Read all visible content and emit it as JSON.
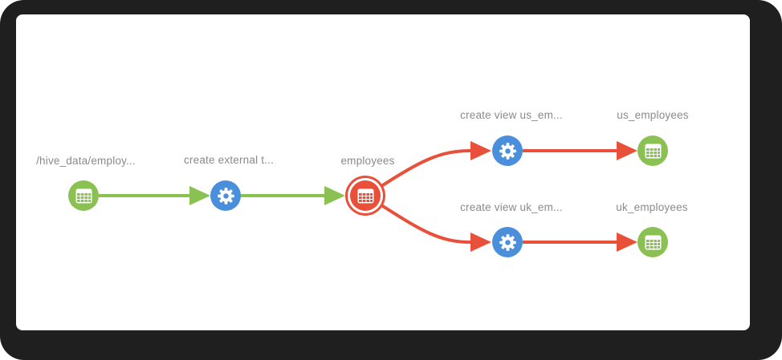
{
  "diagram": {
    "kind": "lineage-graph",
    "colors": {
      "dataset_green": "#8bc152",
      "process_blue": "#4a8fdb",
      "highlight_red": "#e8503a",
      "label_gray": "#8a8a8a",
      "frame_black": "#1f1f1f",
      "canvas_white": "#ffffff"
    },
    "nodes": [
      {
        "id": "hive-data-path",
        "label": "/hive_data/employ...",
        "type": "dataset",
        "icon": "table-icon",
        "color": "#8bc152",
        "highlighted": false
      },
      {
        "id": "create-external-table",
        "label": "create external t...",
        "type": "process",
        "icon": "gear-icon",
        "color": "#4a8fdb",
        "highlighted": false
      },
      {
        "id": "employees",
        "label": "employees",
        "type": "dataset",
        "icon": "table-icon",
        "color": "#e8503a",
        "highlighted": true
      },
      {
        "id": "create-view-us",
        "label": "create view us_em...",
        "type": "process",
        "icon": "gear-icon",
        "color": "#4a8fdb",
        "highlighted": false
      },
      {
        "id": "us-employees",
        "label": "us_employees",
        "type": "dataset",
        "icon": "table-icon",
        "color": "#8bc152",
        "highlighted": false
      },
      {
        "id": "create-view-uk",
        "label": "create view uk_em...",
        "type": "process",
        "icon": "gear-icon",
        "color": "#4a8fdb",
        "highlighted": false
      },
      {
        "id": "uk-employees",
        "label": "uk_employees",
        "type": "dataset",
        "icon": "table-icon",
        "color": "#8bc152",
        "highlighted": false
      }
    ],
    "edges": [
      {
        "from": "hive-data-path",
        "to": "create-external-table",
        "color": "#8bc152",
        "shape": "straight"
      },
      {
        "from": "create-external-table",
        "to": "employees",
        "color": "#8bc152",
        "shape": "straight"
      },
      {
        "from": "employees",
        "to": "create-view-us",
        "color": "#e8503a",
        "shape": "curve-up"
      },
      {
        "from": "create-view-us",
        "to": "us-employees",
        "color": "#e8503a",
        "shape": "straight"
      },
      {
        "from": "employees",
        "to": "create-view-uk",
        "color": "#e8503a",
        "shape": "curve-down"
      },
      {
        "from": "create-view-uk",
        "to": "uk-employees",
        "color": "#e8503a",
        "shape": "straight"
      }
    ]
  }
}
